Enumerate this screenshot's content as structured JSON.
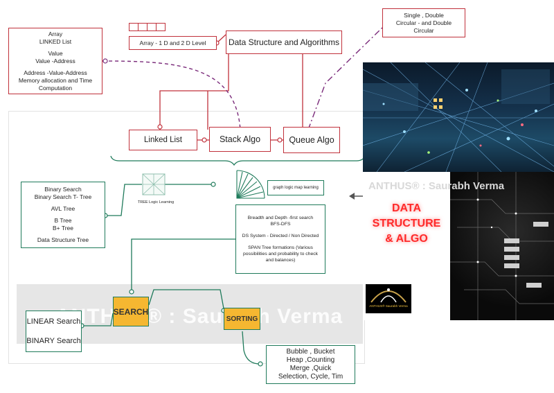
{
  "title_box": "Data Structure and Algorithms",
  "array_level": "Array - 1 D and 2 D Level",
  "array_note": {
    "lines": [
      "Array",
      "LINKED List",
      "",
      "Value",
      "Value -Address",
      "",
      "Address -Value-Address",
      "Memory allocation and Time",
      "Computation"
    ]
  },
  "queue_note": {
    "lines": [
      "Single , Double",
      "Circular - and Double",
      "Circular"
    ]
  },
  "linked_list": "Linked List",
  "stack_algo": "Stack Algo",
  "queue_algo": "Queue Algo",
  "trees": {
    "lines": [
      "Binary Search",
      "Binary Search T- Tree",
      "",
      "AVL Tree",
      "",
      "B Tree",
      "B+ Tree",
      "",
      "Data Structure Tree"
    ]
  },
  "tree_logic": "TREE Logic Learning",
  "graph_logic": "graph logic map learning",
  "graph_info": {
    "lines": [
      "Breadth and Depth -first search",
      "BFS-DFS",
      "",
      "DS System - Directed / Non Directed",
      "",
      "SPAN Tree formations (Various",
      "possibilities and probability to check",
      "and balances)"
    ]
  },
  "search": "SEARCH",
  "sorting": "SORTING",
  "search_types": {
    "lines": [
      "LINEAR Search",
      "",
      "BINARY Search"
    ]
  },
  "sort_types": {
    "lines": [
      "Bubble , Bucket",
      "Heap ,Counting",
      "Merge ,Quick",
      "Selection, Cycle, Tim"
    ]
  },
  "watermark": "ANTHUS® : Saurabh Verma",
  "panel": {
    "watermark": "ANTHUS® : Saurabh Verma",
    "title_lines": [
      "DATA",
      "STRUCTURE",
      "& ALGO"
    ],
    "logo_text": "ANTHUS® Saurabh Verma"
  },
  "colors": {
    "red_border": "#c0303a",
    "green_border": "#1e7a5a",
    "orange_fill": "#f5b731",
    "purple_dash": "#7a2a7a",
    "panel_title": "#ff2a2a"
  }
}
